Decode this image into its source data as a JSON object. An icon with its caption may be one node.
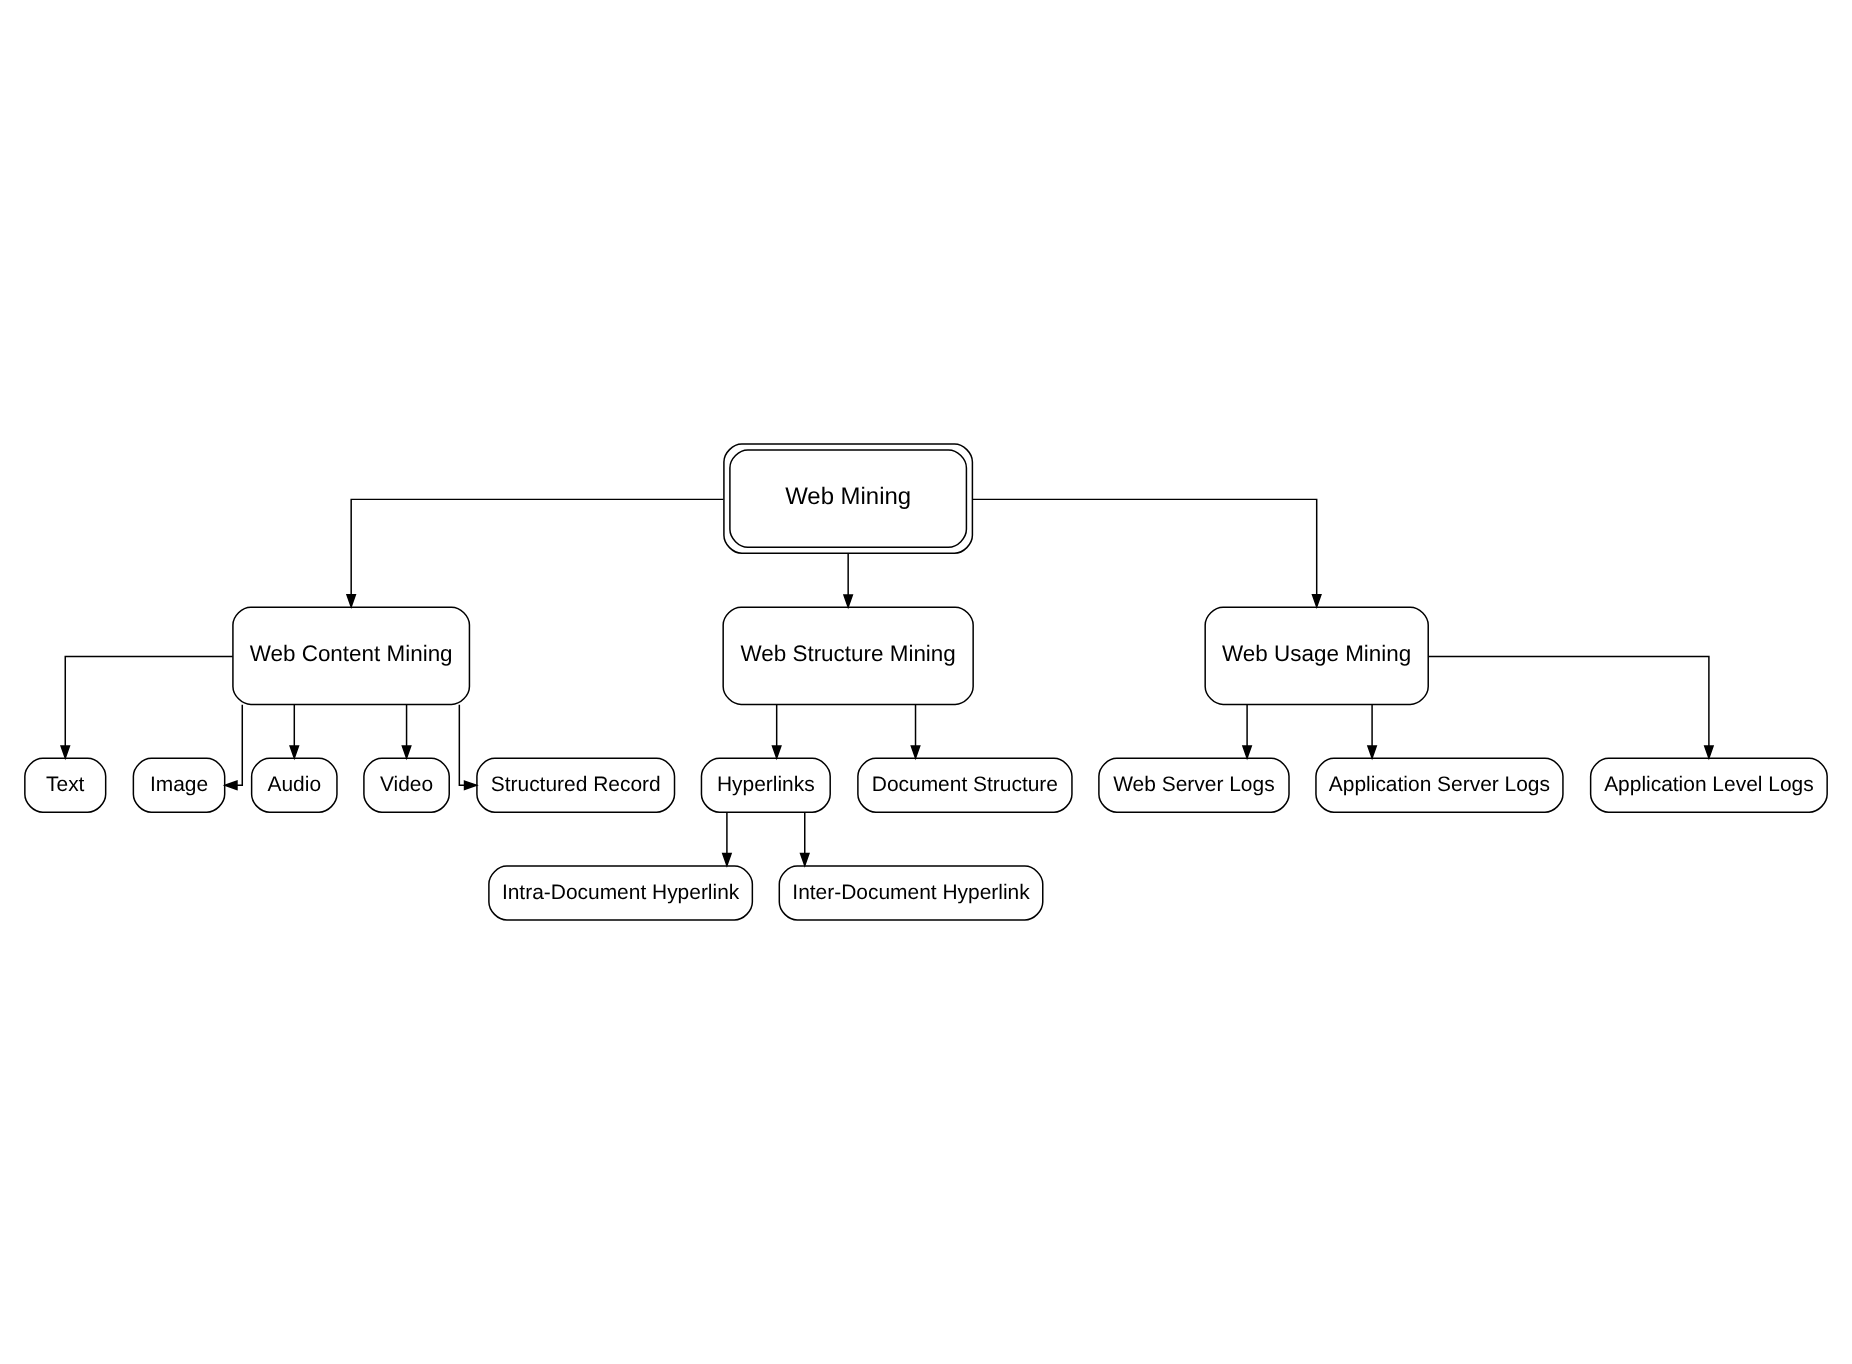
{
  "diagram": {
    "nodes": [
      {
        "text": [
          "Web Mining"
        ]
      },
      {
        "text": [
          "Web Content Mining"
        ]
      },
      {
        "text": [
          "Web Structure Mining"
        ]
      },
      {
        "text": [
          "Web Usage Mining"
        ]
      },
      {
        "text": [
          "Text"
        ]
      },
      {
        "text": [
          "Image"
        ]
      },
      {
        "text": [
          "Audio"
        ]
      },
      {
        "text": [
          "Video"
        ]
      },
      {
        "text": [
          "Structured Record"
        ]
      },
      {
        "text": [
          "Hyperlinks"
        ]
      },
      {
        "text": [
          "Document Structure"
        ]
      },
      {
        "text": [
          "Intra-Document Hyperlink"
        ]
      },
      {
        "text": [
          "Inter-Document Hyperlink"
        ]
      },
      {
        "text": [
          "Web Server Logs"
        ]
      },
      {
        "text": [
          "Application Server Logs"
        ]
      },
      {
        "text": [
          "Application Level Logs"
        ]
      }
    ],
    "edges": [
      {
        "from": 0,
        "to": 1,
        "arrow": "to"
      },
      {
        "from": 0,
        "to": 2,
        "arrow": "to"
      },
      {
        "from": 0,
        "to": 3,
        "arrow": "to"
      },
      {
        "from": 1,
        "to": 4,
        "arrow": "to"
      },
      {
        "from": 1,
        "to": 5,
        "arrow": "to"
      },
      {
        "from": 1,
        "to": 6,
        "arrow": "to"
      },
      {
        "from": 1,
        "to": 7,
        "arrow": "to"
      },
      {
        "from": 1,
        "to": 8,
        "arrow": "to"
      },
      {
        "from": 2,
        "to": 9,
        "arrow": "to"
      },
      {
        "from": 2,
        "to": 10,
        "arrow": "to"
      },
      {
        "from": 9,
        "to": 11,
        "arrow": "to"
      },
      {
        "from": 9,
        "to": 12,
        "arrow": "to"
      },
      {
        "from": 3,
        "to": 13,
        "arrow": "to"
      },
      {
        "from": 3,
        "to": 14,
        "arrow": "to"
      },
      {
        "from": 3,
        "to": 15,
        "arrow": "to"
      }
    ]
  }
}
